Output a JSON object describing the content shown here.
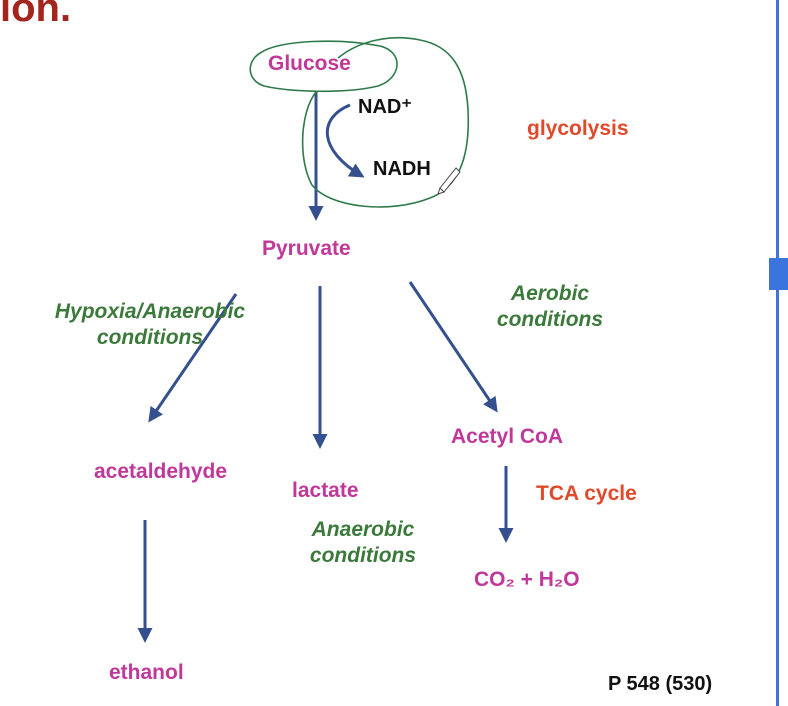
{
  "slide": {
    "title_fragment": "ion.",
    "page_reference": "P 548 (530)"
  },
  "diagram": {
    "metabolites": {
      "glucose": "Glucose",
      "pyruvate": "Pyruvate",
      "acetaldehyde": "acetaldehyde",
      "ethanol": "ethanol",
      "lactate": "lactate",
      "acetyl_coa": "Acetyl CoA",
      "co2_h2o": "CO₂ + H₂O"
    },
    "cofactors": {
      "nad": "NAD⁺",
      "nadh": "NADH"
    },
    "processes": {
      "glycolysis": "glycolysis",
      "tca": "TCA cycle"
    },
    "conditions": {
      "hypoxia_line1": "Hypoxia/Anaerobic",
      "hypoxia_line2": "conditions",
      "aerobic_line1": "Aerobic",
      "aerobic_line2": "conditions",
      "anaerobic_line1": "Anaerobic",
      "anaerobic_line2": "conditions"
    }
  },
  "colors": {
    "title": "#a3261d",
    "metabolite": "#c0389a",
    "process": "#e04a2b",
    "condition": "#3b7a3b",
    "arrow": "#34508f",
    "annotation": "#2f7a4a",
    "accent_bar": "#3f74d9"
  }
}
